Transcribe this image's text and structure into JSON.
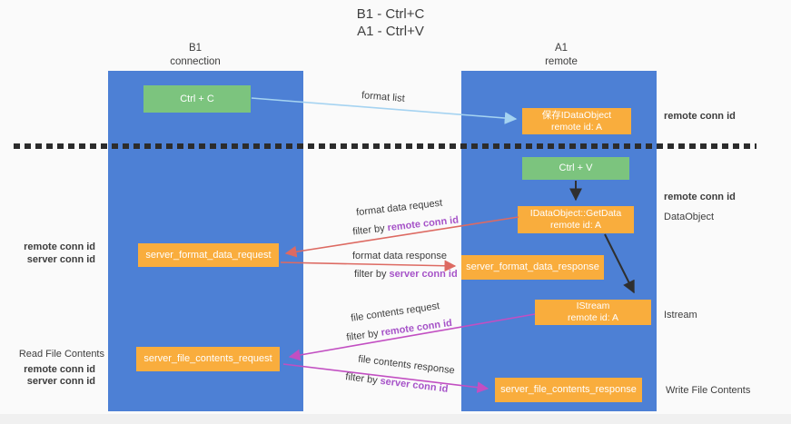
{
  "title": {
    "line1": "B1 - Ctrl+C",
    "line2": "A1 - Ctrl+V"
  },
  "lifelines": {
    "left": {
      "title": "B1",
      "subtitle": "connection"
    },
    "right": {
      "title": "A1",
      "subtitle": "remote"
    }
  },
  "nodes": {
    "ctrl_c": {
      "label": "Ctrl + C"
    },
    "save_dataobject": {
      "line1": "保存IDataObject",
      "line2": "remote id: A"
    },
    "ctrl_v": {
      "label": "Ctrl + V"
    },
    "getdata": {
      "line1": "IDataObject::GetData",
      "line2": "remote id: A"
    },
    "format_request": {
      "label": "server_format_data_request"
    },
    "format_response": {
      "label": "server_format_data_response"
    },
    "istream": {
      "line1": "IStream",
      "line2": "remote id: A"
    },
    "file_request": {
      "label": "server_file_contents_request"
    },
    "file_response": {
      "label": "server_file_contents_response"
    }
  },
  "labels": {
    "format_list": "format list",
    "format_data_request": "format data request",
    "format_data_response": "format data response",
    "file_contents_request": "file contents request",
    "file_contents_response": "file contents response",
    "filter_by": "filter by",
    "remote_conn_id": "remote conn id",
    "server_conn_id": "server conn id",
    "read_file_contents": "Read File Contents",
    "write_file_contents": "Write File Contents",
    "dataobject": "DataObject",
    "istream": "Istream"
  },
  "colors": {
    "lifeline_blue": "#4d80d5",
    "box_green": "#7cc47e",
    "box_orange": "#f9ad3d",
    "arrow_blue": "#a5d3f1",
    "arrow_red": "#dd6a62",
    "arrow_magenta": "#c24fc2",
    "arrow_black": "#2f2f2f",
    "text_purple": "#a653c8",
    "text_green": "#5cb860"
  }
}
